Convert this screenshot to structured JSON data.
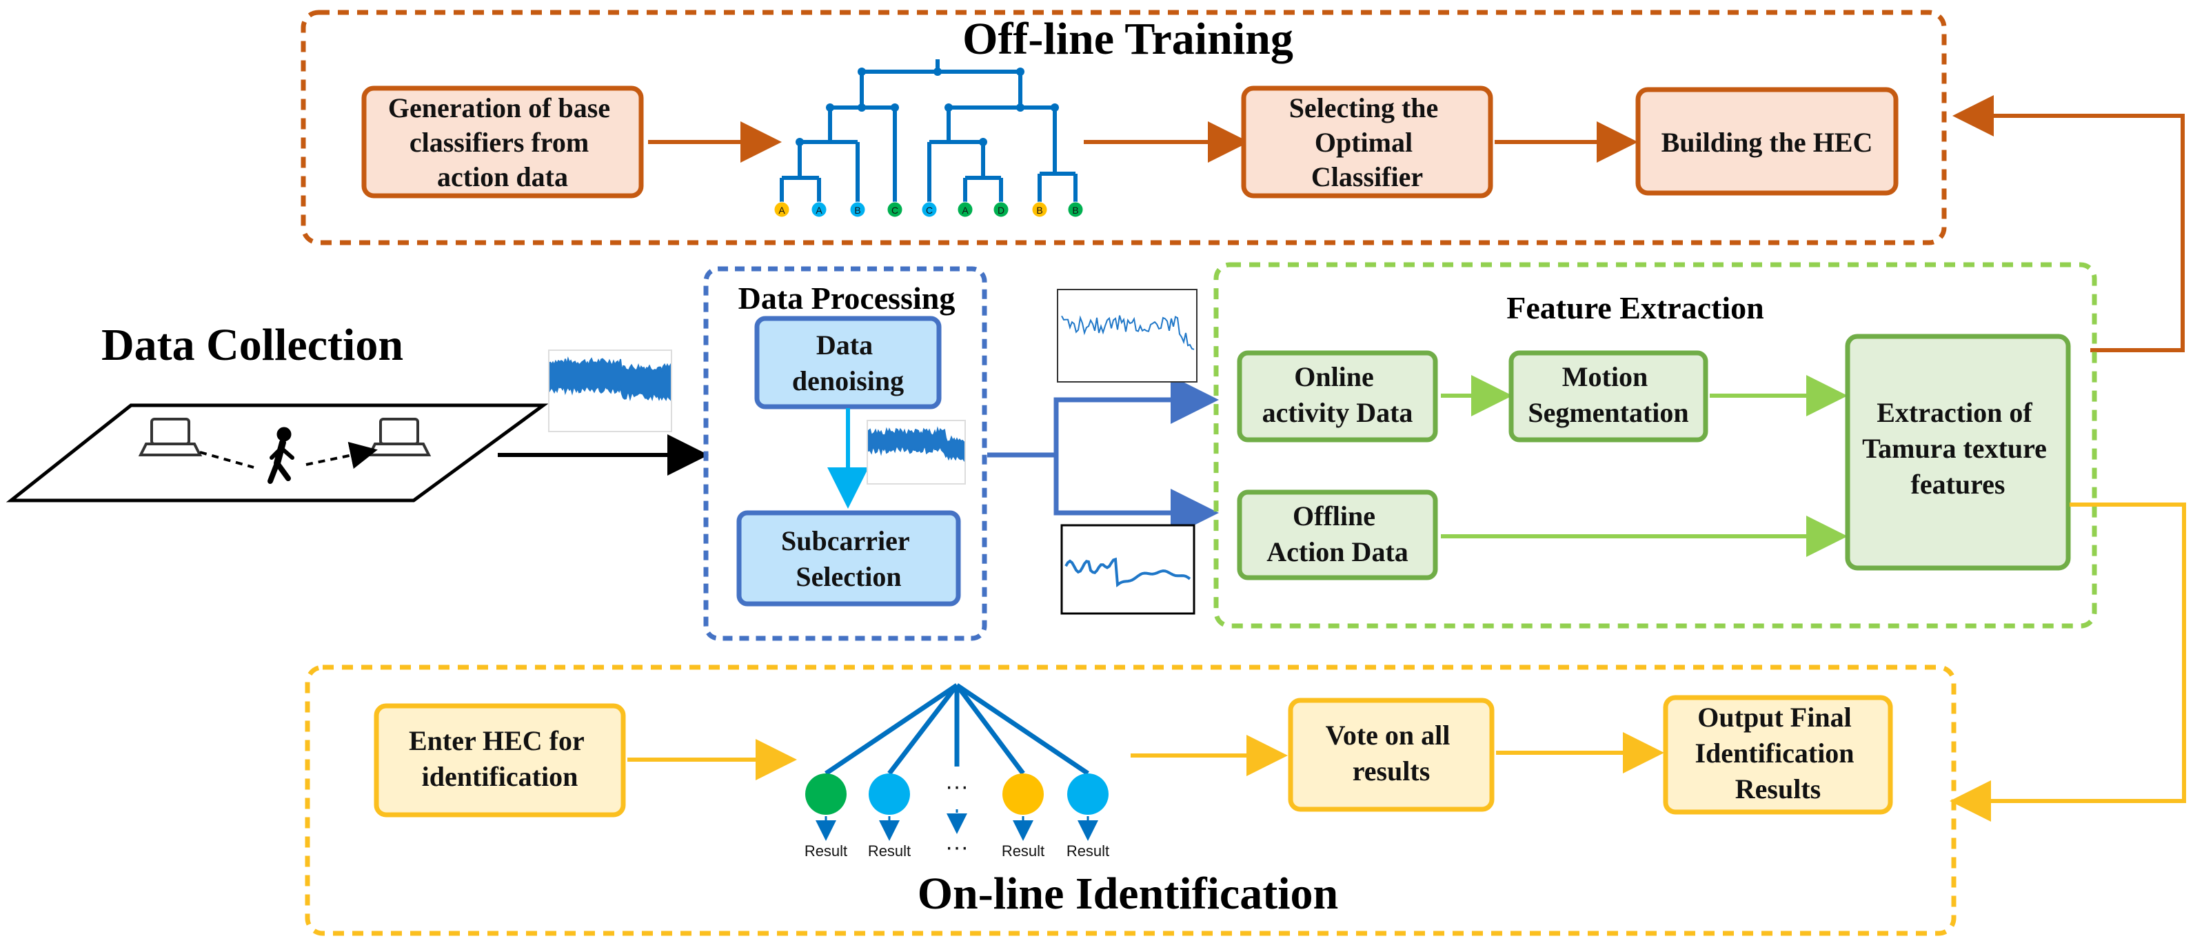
{
  "colors": {
    "training": "#c55a11",
    "training_fill": "#fbe1d3",
    "processing": "#4472c4",
    "processing_fill": "#bfe3fb",
    "feature": "#70ad47",
    "feature_fill": "#e2efd9",
    "feature_arrow": "#92d050",
    "identification": "#fbbf1f",
    "identification_fill": "#fff2cc",
    "tree": "#0070c0",
    "node_green": "#00b050",
    "node_blue": "#00b0f0",
    "node_yellow": "#ffc000"
  },
  "sections": {
    "training": "Off-line Training",
    "processing": "Data Processing",
    "collection": "Data Collection",
    "feature": "Feature Extraction",
    "identification": "On-line Identification"
  },
  "boxes": {
    "generation": [
      "Generation of base",
      "classifiers from",
      "action data"
    ],
    "selecting": [
      "Selecting the",
      "Optimal",
      "Classifier"
    ],
    "building": [
      "Building the HEC"
    ],
    "denoising": [
      "Data",
      "denoising"
    ],
    "subcarrier": [
      "Subcarrier",
      "Selection"
    ],
    "online_activity": [
      "Online",
      "activity Data"
    ],
    "motion": [
      "Motion",
      "Segmentation"
    ],
    "offline_action": [
      "Offline",
      "Action Data"
    ],
    "tamura": [
      "Extraction of",
      "Tamura texture",
      "features"
    ],
    "enter_hec": [
      "Enter HEC for",
      "identification"
    ],
    "vote": [
      "Vote on all",
      "results"
    ],
    "output": [
      "Output Final",
      "Identification",
      "Results"
    ]
  },
  "tree_leaves": [
    "A",
    "A",
    "B",
    "C",
    "C",
    "A",
    "D",
    "B",
    "B"
  ],
  "result_label": "Result",
  "ellipsis": "···"
}
